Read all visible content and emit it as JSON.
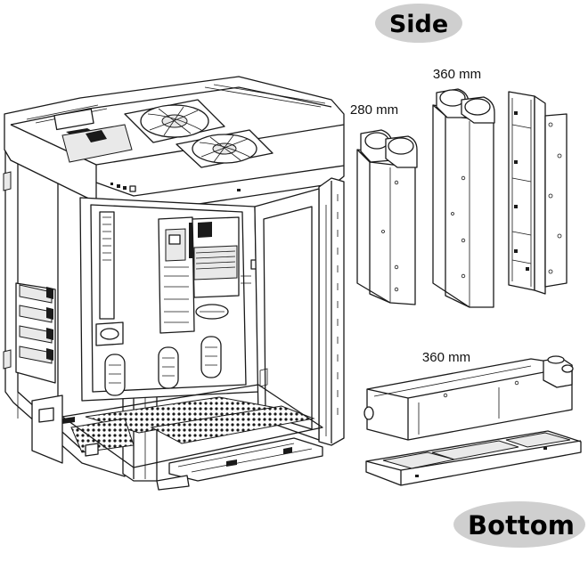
{
  "labels": {
    "side": "Side",
    "bottom": "Bottom"
  },
  "radiators": {
    "side_small": "280 mm",
    "side_large": "360 mm",
    "bottom": "360 mm"
  },
  "colors": {
    "pill_fill": "#cfcfcf",
    "line": "#1a1a1a",
    "background": "#ffffff"
  }
}
